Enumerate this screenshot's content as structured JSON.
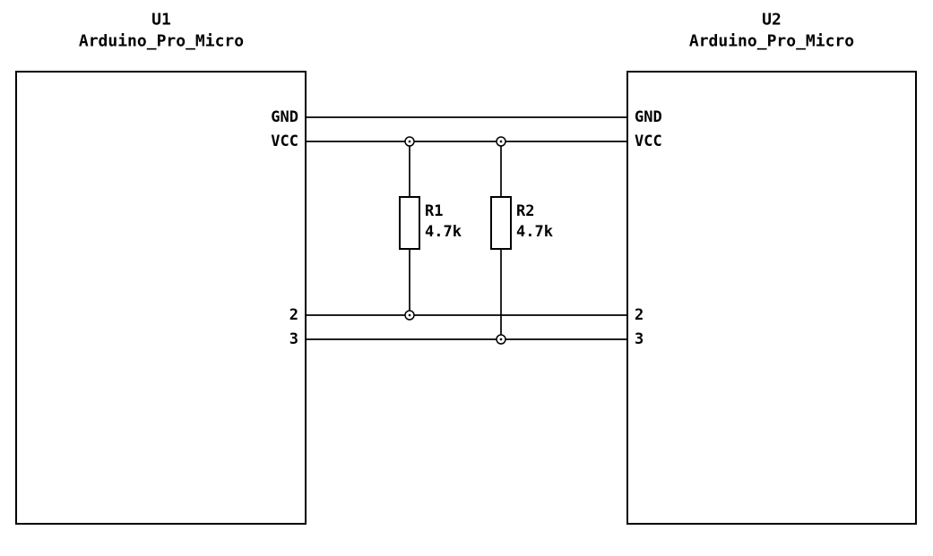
{
  "colors": {
    "bg": "#ffffff",
    "line": "#000000",
    "text": "#000000"
  },
  "diagram": {
    "type": "schematic",
    "components": {
      "u1": {
        "ref": "U1",
        "value": "Arduino_Pro_Micro",
        "pins": {
          "gnd": "GND",
          "vcc": "VCC",
          "p2": "2",
          "p3": "3"
        }
      },
      "u2": {
        "ref": "U2",
        "value": "Arduino_Pro_Micro",
        "pins": {
          "gnd": "GND",
          "vcc": "VCC",
          "p2": "2",
          "p3": "3"
        }
      },
      "r1": {
        "ref": "R1",
        "value": "4.7k"
      },
      "r2": {
        "ref": "R2",
        "value": "4.7k"
      }
    },
    "connections": [
      "U1.GND - U2.GND",
      "U1.VCC - U2.VCC",
      "U1.2 - U2.2 (pull-up R1 to VCC)",
      "U1.3 - U2.3 (pull-up R2 to VCC)"
    ]
  }
}
